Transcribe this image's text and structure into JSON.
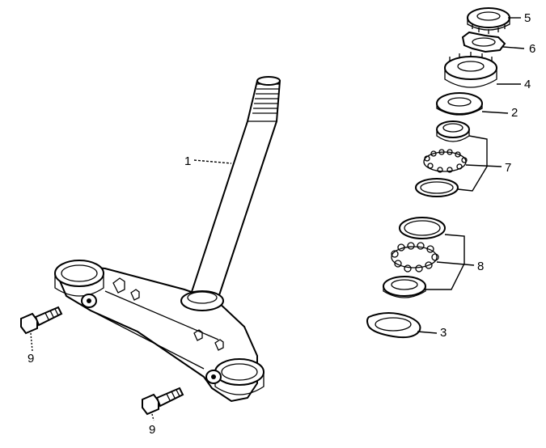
{
  "callouts": [
    {
      "id": "stem",
      "label": "1"
    },
    {
      "id": "dust-seal",
      "label": "2"
    },
    {
      "id": "lower-seal",
      "label": "3"
    },
    {
      "id": "adjusting-nut",
      "label": "4"
    },
    {
      "id": "lock-nut",
      "label": "5"
    },
    {
      "id": "lock-washer",
      "label": "6"
    },
    {
      "id": "upper-bearing-set",
      "label": "7"
    },
    {
      "id": "lower-bearing-set",
      "label": "8"
    },
    {
      "id": "bolt-left",
      "label": "9"
    },
    {
      "id": "bolt-bottom",
      "label": "9"
    }
  ]
}
